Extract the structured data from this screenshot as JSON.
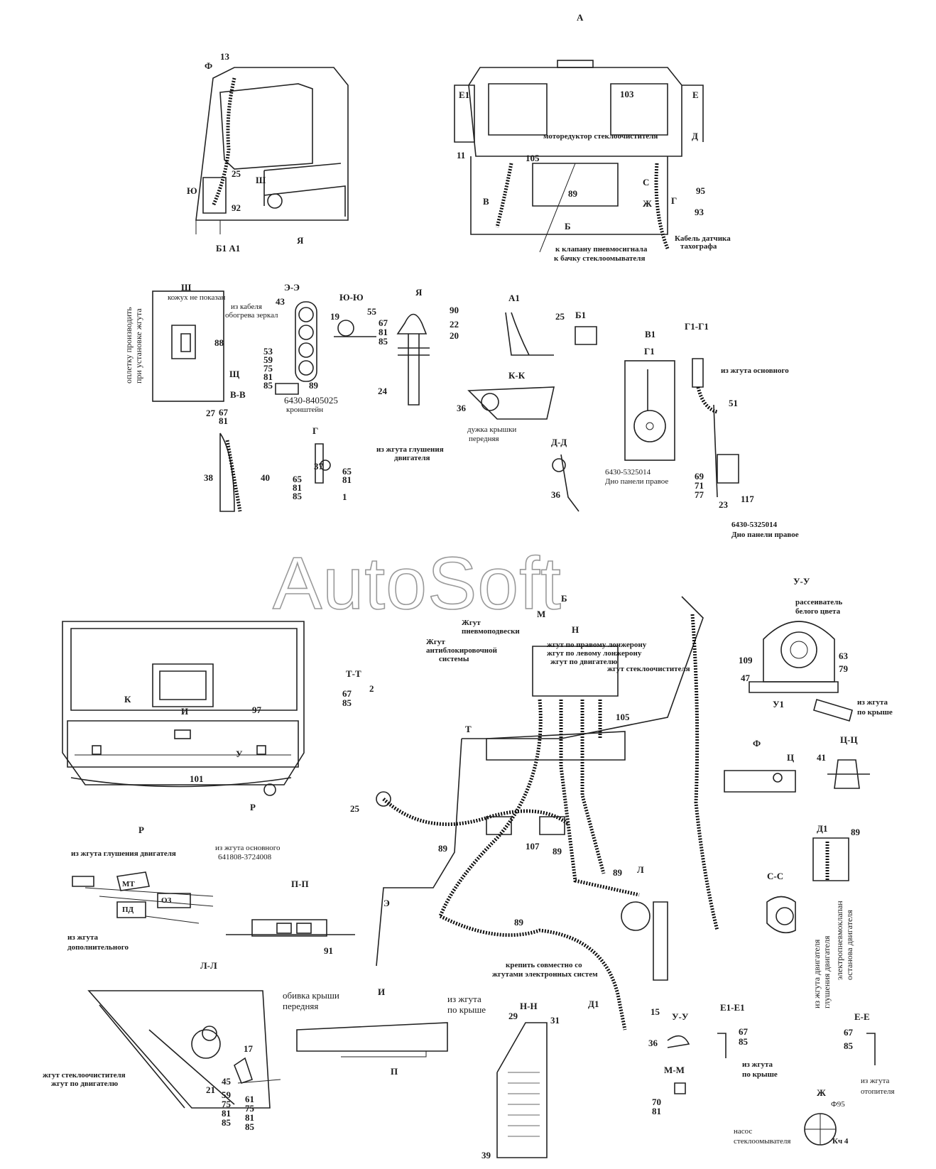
{
  "watermark": "AutoSoft",
  "views": {
    "A": "А",
    "A1": "А1",
    "B1": "Б1",
    "SH": "Ш",
    "EE": "Э-Э",
    "YU": "Ю-Ю",
    "YA": "Я",
    "V1": "В1",
    "G1G1": "Г1-Г1",
    "KK": "К-К",
    "DD": "Д-Д",
    "VV": "В-В",
    "G": "Г",
    "UU": "У-У",
    "TT": "Т-Т",
    "B": "Б",
    "TSTS": "Ц-Ц",
    "F": "Ф",
    "D1": "Д1",
    "SS": "С-С",
    "R": "Р",
    "PP": "П-П",
    "LL": "Л-Л",
    "I": "И",
    "NN": "Н-Н",
    "UU2": "У-У",
    "E1E1": "Е1-Е1",
    "EE2": "Е-Е",
    "MM": "М-М",
    "ZH": "Ж"
  },
  "texts": {
    "motoreductor": "моторедуктор стеклоочистителя",
    "k_klapanu": "к клапану пневмосигнала",
    "k_bachku": "к бачку стеклоомывателя",
    "kabel_1": "Кабель датчика",
    "kabel_2": "тахографа",
    "kozhuh": "кожух не показан",
    "iz_kabelya_1": "из кабеля",
    "iz_kabelya_2": "обогрева зеркал",
    "vert_1": "оплетку производить",
    "vert_2": "при установке жгута",
    "part_8405025": "6430-8405025",
    "kronshtein": "кронштейн",
    "iz_zhguta_glush_1": "из жгута глушения",
    "iz_zhguta_glush_2": "двигателя",
    "duzhka_1": "дужка крышки",
    "duzhka_2": "передняя",
    "part_5325014": "6430-5325014",
    "dno_panel": "Дно панели правое",
    "iz_zhguta_osnovnogo": "из жгута основного",
    "part_5325014_b": "6430-5325014",
    "dno_panel_b": "Дно панели правое",
    "rasseivatel_1": "рассеиватель",
    "rasseivatel_2": "белого цвета",
    "iz_zhguta_1": "из жгута",
    "po_kryshe": "по крыше",
    "zhgut_pnevmo_1": "Жгут",
    "zhgut_pnevmo_2": "пневмоподвески",
    "zhgut_abs_1": "Жгут",
    "zhgut_abs_2": "антиблокировочной",
    "zhgut_abs_3": "системы",
    "po_pravomu": "жгут по правому лонжерону",
    "po_levomu": "жгут по левому лонжерону",
    "po_dvigatelyu": "жгут по двигателю",
    "steklooch": "жгут стеклоочистителя",
    "krepit_1": "крепить совместно со",
    "krepit_2": "жгутами электронных систем",
    "iz_glush_dv": "из жгута глушения двигателя",
    "iz_osnovnogo_r": "из жгута основного",
    "part_3724008": "641808-3724008",
    "iz_dop_1": "из жгута",
    "iz_dop_2": "дополнительного",
    "obivka_1": "обивка крыши",
    "obivka_2": "передняя",
    "iz_zhguta_i_1": "из жгута",
    "iz_zhguta_i_2": "по крыше",
    "ss_vert_1": "из жгута двигателя",
    "ss_vert_2": "глушения двигателя",
    "ss_vert_3": "электропневмоклапан",
    "ss_vert_4": "останова двигателя",
    "ll_note_1": "жгут стеклоочистителя",
    "ll_note_2": "жгут по двигателю",
    "e1_note_1": "из жгута",
    "e1_note_2": "по крыше",
    "ee_note_1": "из жгута",
    "ee_note_2": "отопителя",
    "nasos_1": "насос",
    "nasos_2": "стеклоомывателя",
    "kch4": "Кч 4",
    "phi95": "Ф95",
    "mt": "МТ",
    "pd": "ПД",
    "oz": "ОЗ"
  },
  "numbers": {
    "n13": "13",
    "n103": "103",
    "n105": "105",
    "n11": "11",
    "n89": "89",
    "n95": "95",
    "n93": "93",
    "n25": "25",
    "n92": "92",
    "n43": "43",
    "n88": "88",
    "n89b": "89",
    "n19": "19",
    "n55": "55",
    "n67": "67",
    "n81": "81",
    "n85": "85",
    "n90": "90",
    "n22": "22",
    "n20": "20",
    "n24": "24",
    "n25b": "25",
    "n36": "36",
    "n51": "51",
    "n69": "69",
    "n71": "71",
    "n77": "77",
    "n117": "117",
    "n23": "23",
    "n53": "53",
    "n59": "59",
    "n75": "75",
    "n81b": "81",
    "n85b": "85",
    "n27": "27",
    "n67b": "67",
    "n81c": "81",
    "n38": "38",
    "n40": "40",
    "n37": "37",
    "n65": "65",
    "n81d": "81",
    "n85c": "85",
    "n65b": "65",
    "n81e": "81",
    "n1": "1",
    "n36b": "36",
    "n97": "97",
    "n101": "101",
    "n67c": "67",
    "n2": "2",
    "n85d": "85",
    "n105b": "105",
    "n25c": "25",
    "n89c": "89",
    "n107": "107",
    "n89d": "89",
    "n89e": "89",
    "n89f": "89",
    "n15": "15",
    "n109": "109",
    "n47": "47",
    "n63": "63",
    "n79": "79",
    "n41": "41",
    "n89g": "89",
    "n91": "91",
    "n17": "17",
    "n21": "21",
    "n45": "45",
    "n59b": "59",
    "n75b": "75",
    "n81f": "81",
    "n85e": "85",
    "n61": "61",
    "n75c": "75",
    "n81g": "81",
    "n85f": "85",
    "n29": "29",
    "n31": "31",
    "n39": "39",
    "n36c": "36",
    "n67d": "67",
    "n85g": "85",
    "n67e": "67",
    "n85h": "85",
    "n70": "70",
    "n81h": "81"
  },
  "section_marks": {
    "F": "Ф",
    "YU": "Ю",
    "SH": "Ш",
    "YA": "Я",
    "B1A1": "Б1 А1",
    "E1": "Е1",
    "E": "Е",
    "D": "Д",
    "V": "В",
    "S": "С",
    "ZH": "Ж",
    "G": "Г",
    "B": "Б",
    "G1": "Г1",
    "SHCH": "Щ",
    "K": "К",
    "I": "И",
    "U": "У",
    "R": "Р",
    "T": "Т",
    "M": "М",
    "N": "Н",
    "TS": "Ц",
    "L": "Л",
    "EH": "Э",
    "P": "П",
    "U1": "У1",
    "D1": "Д1"
  }
}
